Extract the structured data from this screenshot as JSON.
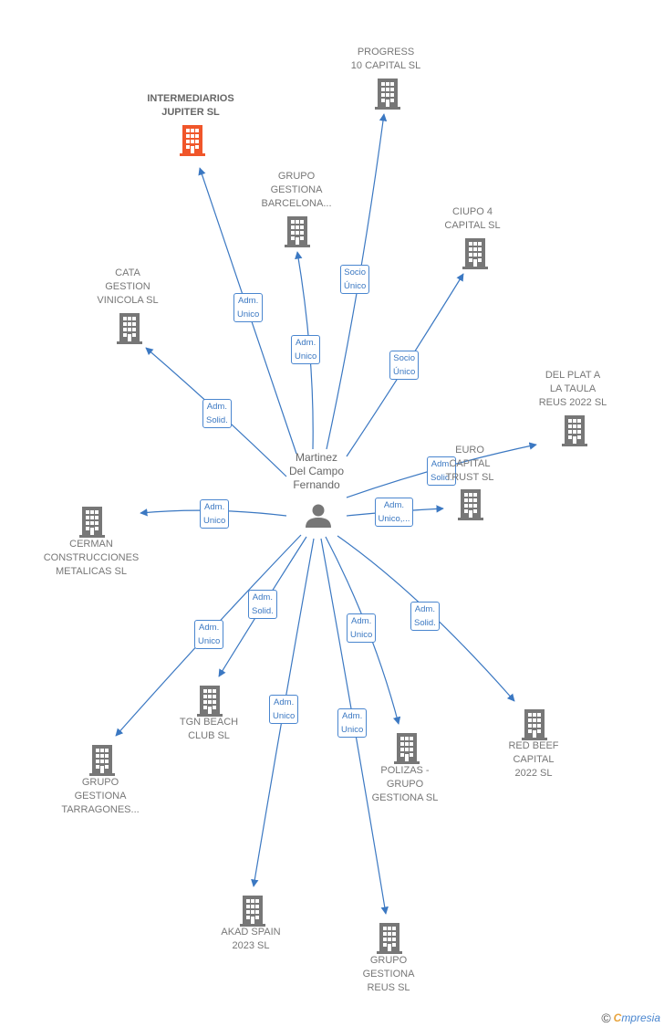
{
  "center": {
    "name": "Martinez\nDel Campo\nFernando",
    "icon": "person-icon"
  },
  "colors": {
    "accent": "#3b78c2",
    "building": "#777777",
    "highlight": "#f0562a"
  },
  "nodes": [
    {
      "id": "intermediarios",
      "label": "INTERMEDIARIOS\nJUPITER  SL",
      "highlight": true
    },
    {
      "id": "progress",
      "label": "PROGRESS\n10 CAPITAL  SL"
    },
    {
      "id": "grupo-barcelona",
      "label": "GRUPO\nGESTIONA\nBARCELONA..."
    },
    {
      "id": "ciupo",
      "label": "CIUPO 4\nCAPITAL  SL"
    },
    {
      "id": "cata",
      "label": "CATA\nGESTION\nVINICOLA SL"
    },
    {
      "id": "delplat",
      "label": "DEL PLAT A\nLA TAULA\nREUS 2022  SL"
    },
    {
      "id": "euro",
      "label": "EURO\nCAPITAL\nTRUST  SL"
    },
    {
      "id": "cerman",
      "label": "CERMAN\nCONSTRUCCIONES\nMETALICAS  SL"
    },
    {
      "id": "tgn",
      "label": "TGN BEACH\nCLUB  SL"
    },
    {
      "id": "grupo-tarragones",
      "label": "GRUPO\nGESTIONA\nTARRAGONES..."
    },
    {
      "id": "polizas",
      "label": "POLIZAS -\nGRUPO\nGESTIONA SL"
    },
    {
      "id": "redbeef",
      "label": "RED BEEF\nCAPITAL\n2022  SL"
    },
    {
      "id": "akad",
      "label": "AKAD SPAIN\n2023  SL"
    },
    {
      "id": "grupo-reus",
      "label": "GRUPO\nGESTIONA\nREUS  SL"
    }
  ],
  "edges": [
    {
      "target": "intermediarios",
      "label": "Adm.\nUnico"
    },
    {
      "target": "progress",
      "label": "Socio\nÚnico"
    },
    {
      "target": "grupo-barcelona",
      "label": "Adm.\nUnico"
    },
    {
      "target": "ciupo",
      "label": "Socio\nÚnico"
    },
    {
      "target": "cata",
      "label": "Adm.\nSolid."
    },
    {
      "target": "delplat",
      "label": "Adm.\nSolid."
    },
    {
      "target": "euro",
      "label": "Adm.\nUnico,..."
    },
    {
      "target": "cerman",
      "label": "Adm.\nUnico"
    },
    {
      "target": "tgn",
      "label": "Adm.\nSolid."
    },
    {
      "target": "grupo-tarragones",
      "label": "Adm.\nUnico"
    },
    {
      "target": "polizas",
      "label": "Adm.\nUnico"
    },
    {
      "target": "redbeef",
      "label": "Adm.\nSolid."
    },
    {
      "target": "akad",
      "label": "Adm.\nUnico"
    },
    {
      "target": "grupo-reus",
      "label": "Adm.\nUnico"
    }
  ],
  "footer": {
    "copyright": "©",
    "brand_initial": "C",
    "brand_rest": "mpresia"
  }
}
